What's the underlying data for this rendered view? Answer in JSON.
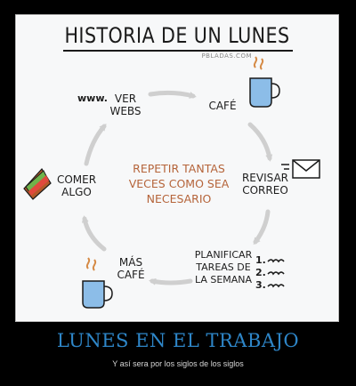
{
  "poster": {
    "title": "HISTORIA DE UN LUNES",
    "site": "PBLADAS.COM",
    "center_text": [
      "REPETIR TANTAS",
      "VECES COMO SEA",
      "NECESARIO"
    ],
    "steps": {
      "ver_webs": {
        "www": "www.",
        "line1": "VER",
        "line2": "WEBS"
      },
      "cafe": {
        "line1": "CAFÉ"
      },
      "revisar_correo": {
        "line1": "REVISAR",
        "line2": "CORREO"
      },
      "planificar": {
        "line1": "PLANIFICAR",
        "line2": "TAREAS DE",
        "line3": "LA SEMANA"
      },
      "mas_cafe": {
        "line1": "MÁS",
        "line2": "CAFÉ"
      },
      "comer_algo": {
        "line1": "COMER",
        "line2": "ALGO"
      }
    },
    "list_numbers": [
      "1.",
      "2.",
      "3."
    ]
  },
  "caption": {
    "title": "LUNES EN EL TRABAJO",
    "subtitle": "Y así sera por los siglos de los siglos"
  },
  "colors": {
    "arrow": "#cfcfcf",
    "center_text": "#b5643a",
    "caption": "#2e86c8",
    "mug": "#8cbde8",
    "steam": "#d58a45"
  }
}
